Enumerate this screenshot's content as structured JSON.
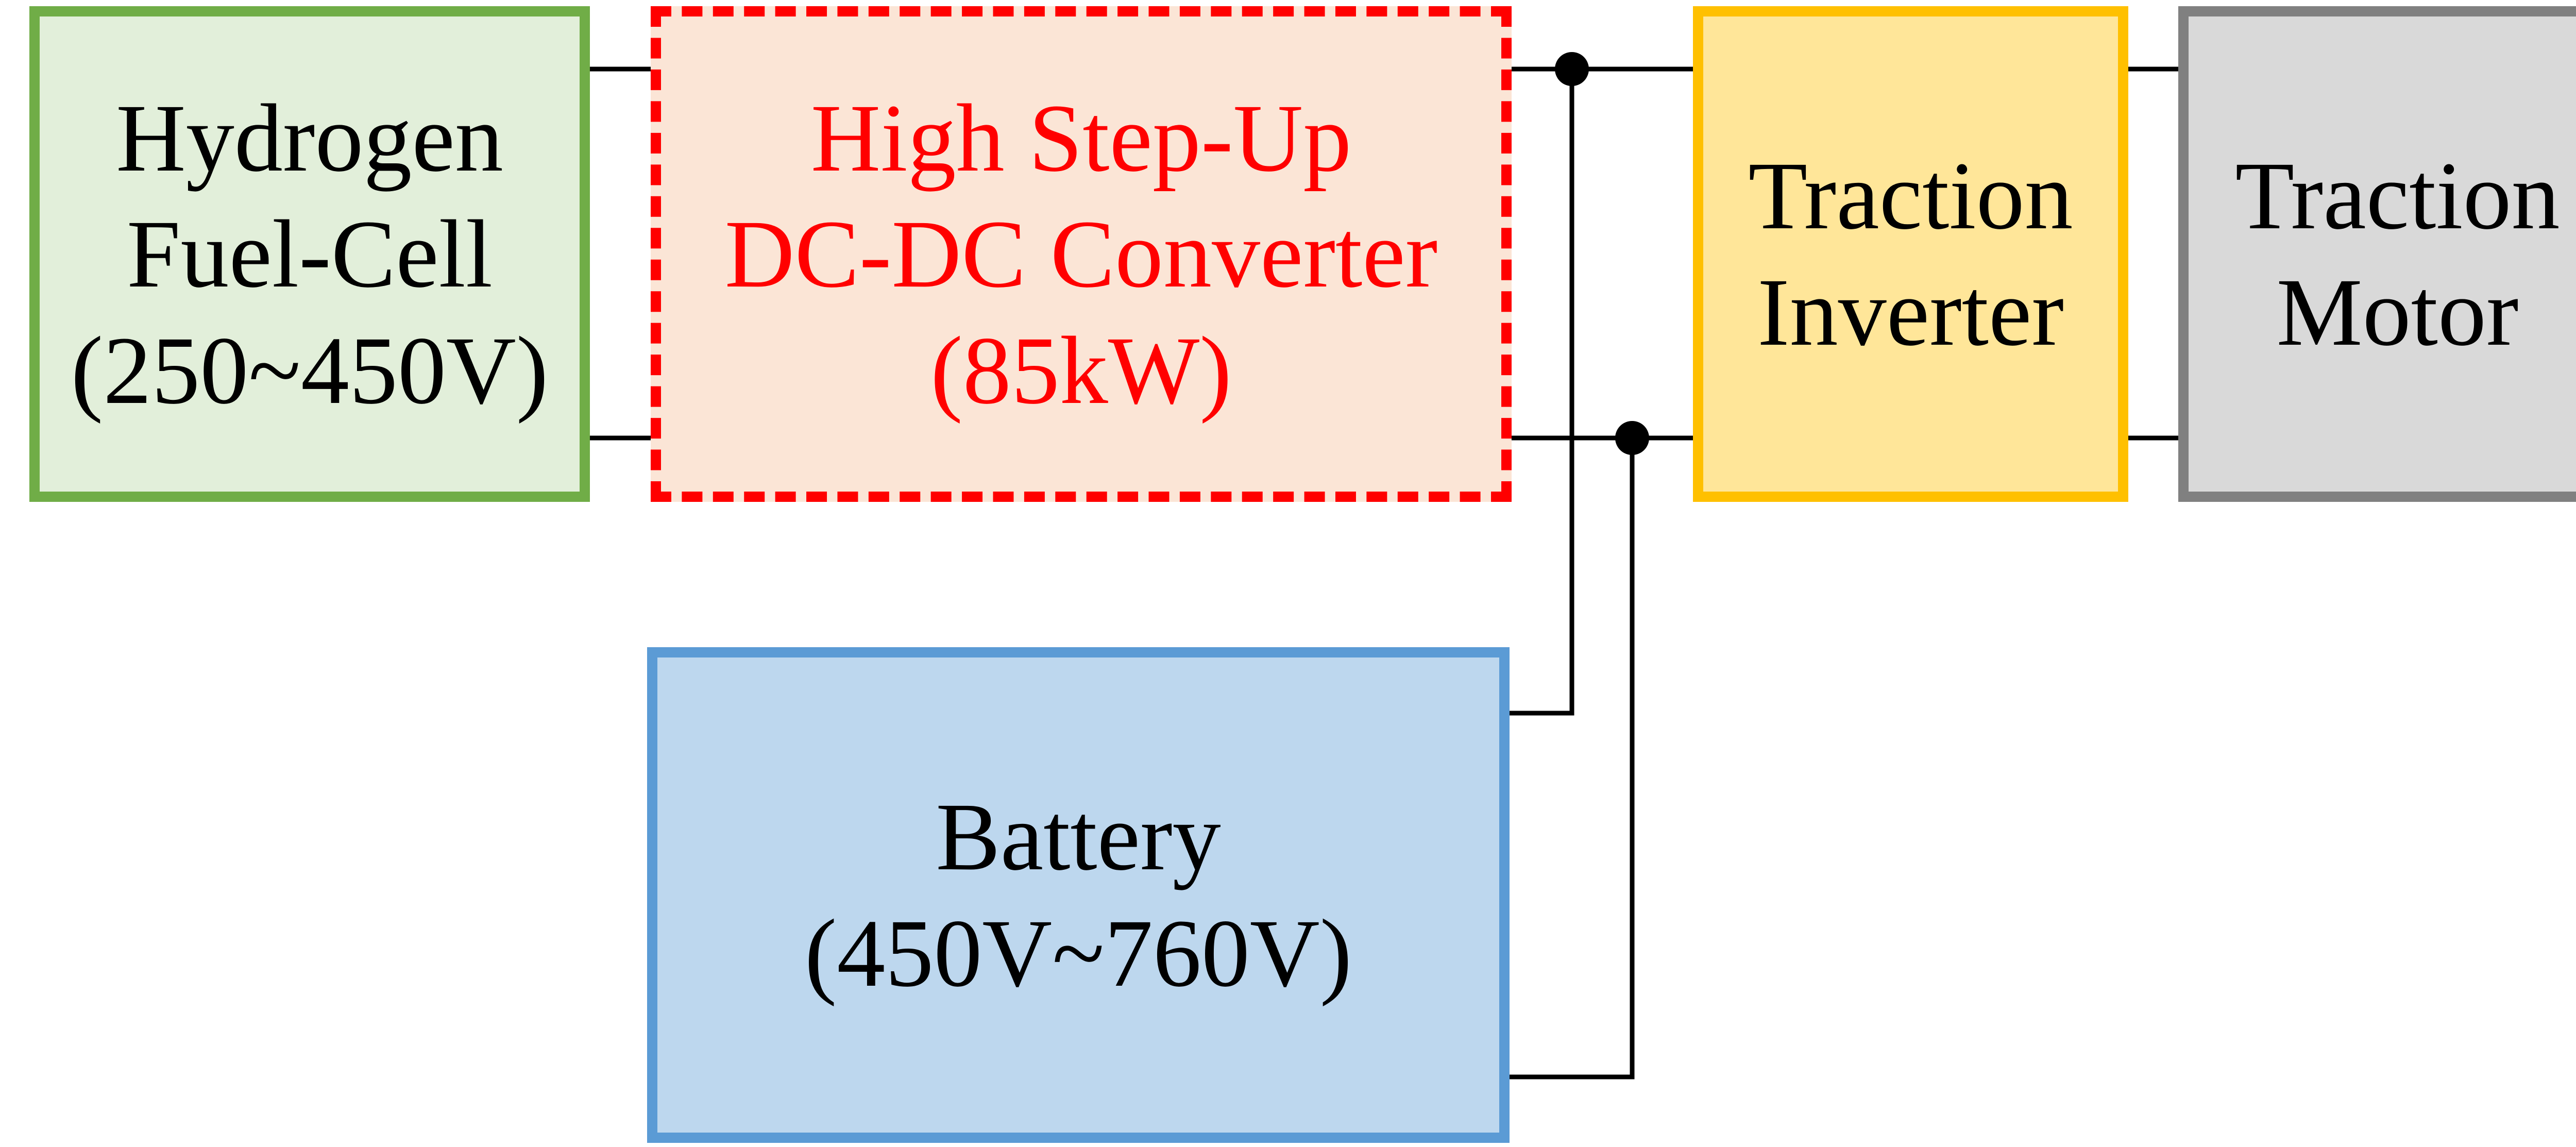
{
  "blocks": {
    "fuel_cell": {
      "lines": [
        "Hydrogen",
        "Fuel-Cell",
        "(250~450V)"
      ],
      "fill": "#e2efda",
      "border": "#70ad47"
    },
    "converter": {
      "lines": [
        "High Step-Up",
        "DC-DC Converter",
        "(85kW)"
      ],
      "fill": "#fbe5d6",
      "border": "#ff0000",
      "text_color": "#ff0000",
      "border_style": "dashed"
    },
    "inverter": {
      "lines": [
        "Traction",
        "Inverter"
      ],
      "fill": "#ffe699",
      "border": "#ffc000"
    },
    "motor": {
      "lines": [
        "Traction",
        "Motor"
      ],
      "fill": "#d9d9d9",
      "border": "#808080"
    },
    "battery": {
      "lines": [
        "Battery",
        "(450V~760V)"
      ],
      "fill": "#bdd7ee",
      "border": "#5b9bd5"
    }
  },
  "connections": [
    "fuel_cell -> converter",
    "converter -> inverter",
    "battery -> dc_bus",
    "inverter -> motor"
  ]
}
